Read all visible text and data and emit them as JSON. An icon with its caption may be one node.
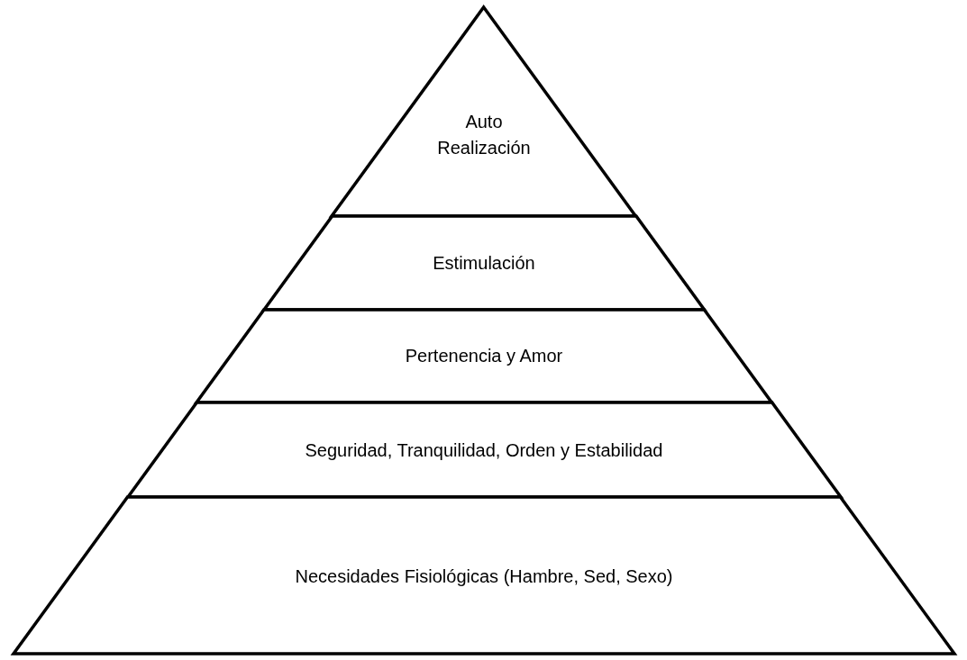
{
  "diagram": {
    "nodes": [
      {
        "text": [
          "Auto Realización"
        ]
      },
      {
        "text": [
          "Estimulación"
        ]
      },
      {
        "text": [
          "Pertenencia y Amor"
        ]
      },
      {
        "text": [
          "Seguridad, Tranquilidad, Orden y Estabilidad"
        ]
      },
      {
        "text": [
          "Necesidades Fisiológicas (Hambre, Sed, Sexo)"
        ]
      }
    ]
  }
}
